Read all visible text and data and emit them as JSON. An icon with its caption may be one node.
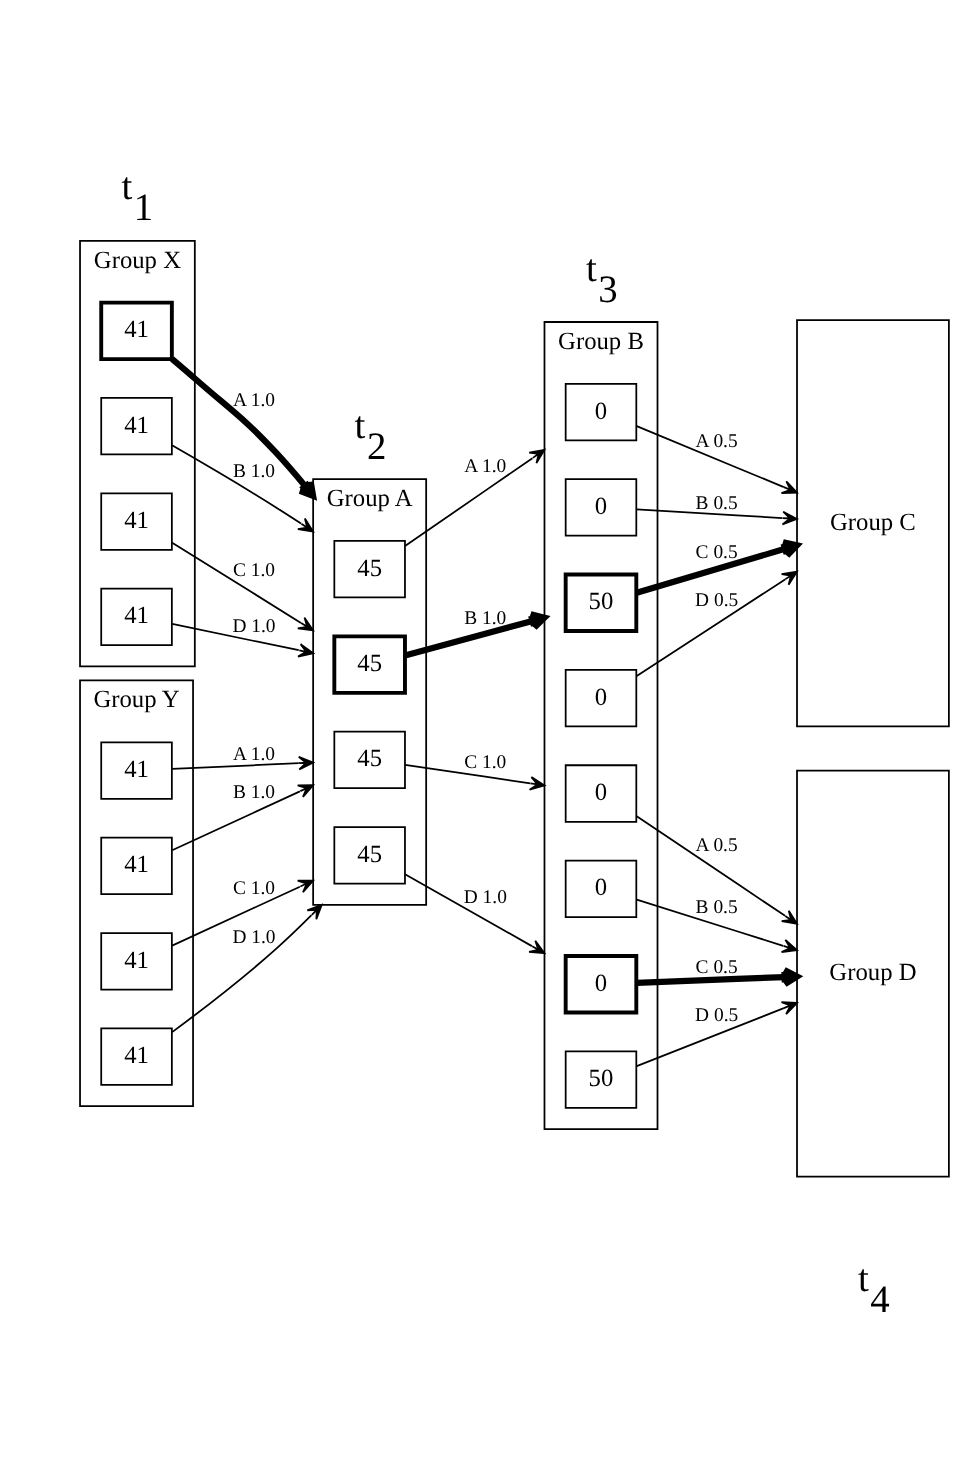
{
  "diagram": {
    "nodes": [
      {
        "text": [
          "Group X"
        ]
      },
      {
        "text": [
          "41"
        ],
        "in": 0
      },
      {
        "text": [
          "41"
        ],
        "in": 0
      },
      {
        "text": [
          "41"
        ],
        "in": 0
      },
      {
        "text": [
          "41"
        ],
        "in": 0
      },
      {
        "text": [
          "Group Y"
        ]
      },
      {
        "text": [
          "41"
        ],
        "in": 5
      },
      {
        "text": [
          "41"
        ],
        "in": 5
      },
      {
        "text": [
          "41"
        ],
        "in": 5
      },
      {
        "text": [
          "41"
        ],
        "in": 5
      },
      {
        "text": [
          "Group A"
        ]
      },
      {
        "text": [
          "45"
        ],
        "in": 10
      },
      {
        "text": [
          "45"
        ],
        "in": 10
      },
      {
        "text": [
          "45"
        ],
        "in": 10
      },
      {
        "text": [
          "45"
        ],
        "in": 10
      },
      {
        "text": [
          "Group B"
        ]
      },
      {
        "text": [
          "0"
        ],
        "in": 15
      },
      {
        "text": [
          "0"
        ],
        "in": 15
      },
      {
        "text": [
          "50"
        ],
        "in": 15
      },
      {
        "text": [
          "0"
        ],
        "in": 15
      },
      {
        "text": [
          "0"
        ],
        "in": 15
      },
      {
        "text": [
          "0"
        ],
        "in": 15
      },
      {
        "text": [
          "0"
        ],
        "in": 15
      },
      {
        "text": [
          "50"
        ],
        "in": 15
      },
      {
        "text": [
          "Group C"
        ]
      },
      {
        "text": [
          "Group D"
        ]
      }
    ],
    "edges": [
      {
        "from": 1,
        "to": 10,
        "arrow": "to",
        "label": "A 1.0",
        "style": "thick"
      },
      {
        "from": 2,
        "to": 10,
        "arrow": "to",
        "label": "B 1.0"
      },
      {
        "from": 3,
        "to": 10,
        "arrow": "to",
        "label": "C 1.0"
      },
      {
        "from": 4,
        "to": 10,
        "arrow": "to",
        "label": "D 1.0"
      },
      {
        "from": 6,
        "to": 10,
        "arrow": "to",
        "label": "A 1.0"
      },
      {
        "from": 7,
        "to": 10,
        "arrow": "to",
        "label": "B 1.0"
      },
      {
        "from": 8,
        "to": 10,
        "arrow": "to",
        "label": "C 1.0"
      },
      {
        "from": 9,
        "to": 10,
        "arrow": "to",
        "label": "D 1.0"
      },
      {
        "from": 11,
        "to": 15,
        "arrow": "to",
        "label": "A 1.0"
      },
      {
        "from": 12,
        "to": 15,
        "arrow": "to",
        "label": "B 1.0",
        "style": "thick"
      },
      {
        "from": 13,
        "to": 15,
        "arrow": "to",
        "label": "C 1.0"
      },
      {
        "from": 14,
        "to": 15,
        "arrow": "to",
        "label": "D 1.0"
      },
      {
        "from": 16,
        "to": 24,
        "arrow": "to",
        "label": "A 0.5"
      },
      {
        "from": 17,
        "to": 24,
        "arrow": "to",
        "label": "B 0.5"
      },
      {
        "from": 18,
        "to": 24,
        "arrow": "to",
        "label": "C 0.5",
        "style": "thick"
      },
      {
        "from": 19,
        "to": 24,
        "arrow": "to",
        "label": "D 0.5"
      },
      {
        "from": 20,
        "to": 25,
        "arrow": "to",
        "label": "A 0.5"
      },
      {
        "from": 21,
        "to": 25,
        "arrow": "to",
        "label": "B 0.5"
      },
      {
        "from": 22,
        "to": 25,
        "arrow": "to",
        "label": "C 0.5",
        "style": "thick"
      },
      {
        "from": 23,
        "to": 25,
        "arrow": "to",
        "label": "D 0.5"
      }
    ],
    "labels": [
      "t$_{1}$",
      "t$_{2}$",
      "t$_{3}$",
      "t$_{4}$"
    ]
  }
}
